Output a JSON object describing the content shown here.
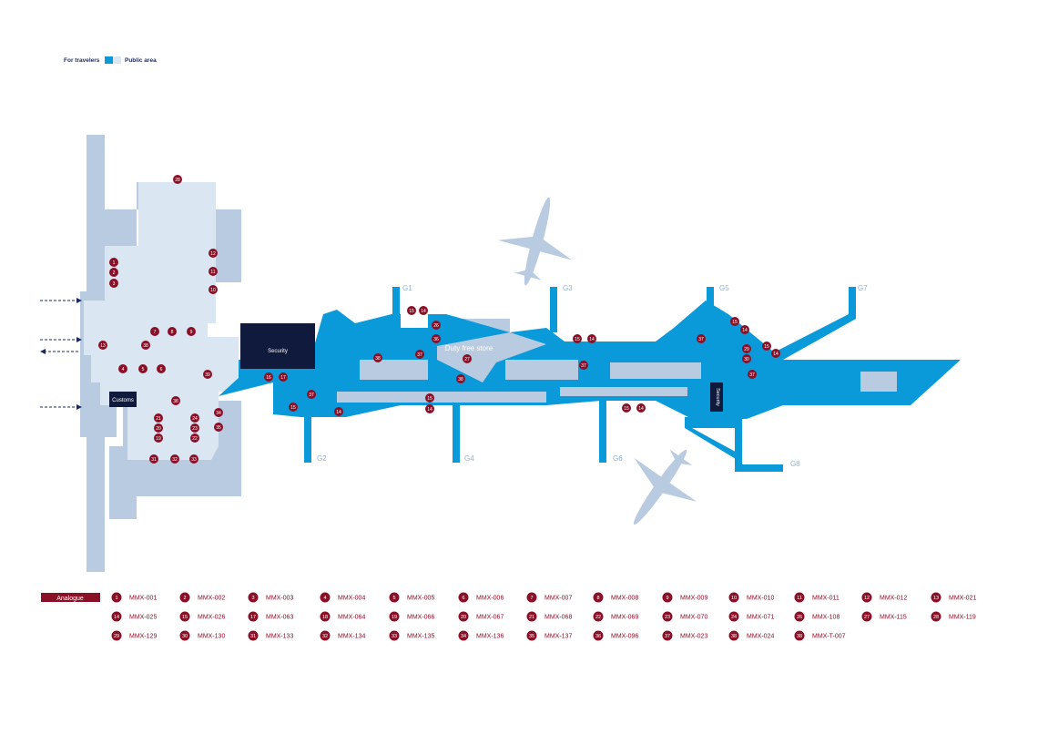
{
  "legend": {
    "travelers_label": "For travelers",
    "public_label": "Public area"
  },
  "colors": {
    "travelers": "#0a9ad9",
    "public": "#dbe6f3",
    "building": "#b9cbe0",
    "accent": "#8a1028",
    "security": "#0f1a3c",
    "gate_label": "#8fb0d6",
    "arrow": "#1b2a5c"
  },
  "labels": {
    "security_1": "Security",
    "security_2": "Security",
    "customs": "Customs",
    "duty_free": "Duty free store"
  },
  "gates": [
    "G1",
    "G2",
    "G3",
    "G4",
    "G5",
    "G6",
    "G7",
    "G8"
  ],
  "markers": [
    {
      "n": "28"
    },
    {
      "n": "1"
    },
    {
      "n": "2"
    },
    {
      "n": "3"
    },
    {
      "n": "12"
    },
    {
      "n": "11"
    },
    {
      "n": "10"
    },
    {
      "n": "7"
    },
    {
      "n": "8"
    },
    {
      "n": "9"
    },
    {
      "n": "13"
    },
    {
      "n": "38"
    },
    {
      "n": "4"
    },
    {
      "n": "5"
    },
    {
      "n": "6"
    },
    {
      "n": "39"
    },
    {
      "n": "38"
    },
    {
      "n": "21"
    },
    {
      "n": "20"
    },
    {
      "n": "19"
    },
    {
      "n": "24"
    },
    {
      "n": "23"
    },
    {
      "n": "22"
    },
    {
      "n": "34"
    },
    {
      "n": "35"
    },
    {
      "n": "31"
    },
    {
      "n": "32"
    },
    {
      "n": "33"
    },
    {
      "n": "16"
    },
    {
      "n": "17"
    },
    {
      "n": "37"
    },
    {
      "n": "15"
    },
    {
      "n": "14"
    },
    {
      "n": "15"
    },
    {
      "n": "14"
    },
    {
      "n": "26"
    },
    {
      "n": "36"
    },
    {
      "n": "37"
    },
    {
      "n": "38"
    },
    {
      "n": "27"
    },
    {
      "n": "38"
    },
    {
      "n": "15"
    },
    {
      "n": "14"
    },
    {
      "n": "15"
    },
    {
      "n": "14"
    },
    {
      "n": "37"
    },
    {
      "n": "15"
    },
    {
      "n": "14"
    },
    {
      "n": "15"
    },
    {
      "n": "14"
    },
    {
      "n": "37"
    },
    {
      "n": "29"
    },
    {
      "n": "30"
    },
    {
      "n": "15"
    },
    {
      "n": "14"
    },
    {
      "n": "37"
    }
  ],
  "table": {
    "header": "Analogue",
    "rows": [
      [
        {
          "n": "1",
          "code": "MMX-001"
        },
        {
          "n": "2",
          "code": "MMX-002"
        },
        {
          "n": "3",
          "code": "MMX-003"
        },
        {
          "n": "4",
          "code": "MMX-004"
        },
        {
          "n": "5",
          "code": "MMX-005"
        },
        {
          "n": "6",
          "code": "MMX-006"
        },
        {
          "n": "7",
          "code": "MMX-007"
        },
        {
          "n": "8",
          "code": "MMX-008"
        },
        {
          "n": "9",
          "code": "MMX-009"
        },
        {
          "n": "10",
          "code": "MMX-010"
        },
        {
          "n": "11",
          "code": "MMX-011"
        },
        {
          "n": "12",
          "code": "MMX-012"
        },
        {
          "n": "13",
          "code": "MMX-021"
        }
      ],
      [
        {
          "n": "14",
          "code": "MMX-025"
        },
        {
          "n": "15",
          "code": "MMX-026"
        },
        {
          "n": "17",
          "code": "MMX-063"
        },
        {
          "n": "18",
          "code": "MMX-064"
        },
        {
          "n": "19",
          "code": "MMX-066"
        },
        {
          "n": "20",
          "code": "MMX-067"
        },
        {
          "n": "21",
          "code": "MMX-068"
        },
        {
          "n": "22",
          "code": "MMX-069"
        },
        {
          "n": "23",
          "code": "MMX-070"
        },
        {
          "n": "24",
          "code": "MMX-071"
        },
        {
          "n": "26",
          "code": "MMX-108"
        },
        {
          "n": "27",
          "code": "MMX-115"
        },
        {
          "n": "28",
          "code": "MMX-119"
        }
      ],
      [
        {
          "n": "29",
          "code": "MMX-129"
        },
        {
          "n": "30",
          "code": "MMX-130"
        },
        {
          "n": "31",
          "code": "MMX-133"
        },
        {
          "n": "32",
          "code": "MMX-134"
        },
        {
          "n": "33",
          "code": "MMX-135"
        },
        {
          "n": "34",
          "code": "MMX-136"
        },
        {
          "n": "35",
          "code": "MMX-137"
        },
        {
          "n": "36",
          "code": "MMX-096"
        },
        {
          "n": "37",
          "code": "MMX-023"
        },
        {
          "n": "38",
          "code": "MMX-024"
        },
        {
          "n": "38",
          "code": "MMX-T-007"
        }
      ]
    ]
  }
}
